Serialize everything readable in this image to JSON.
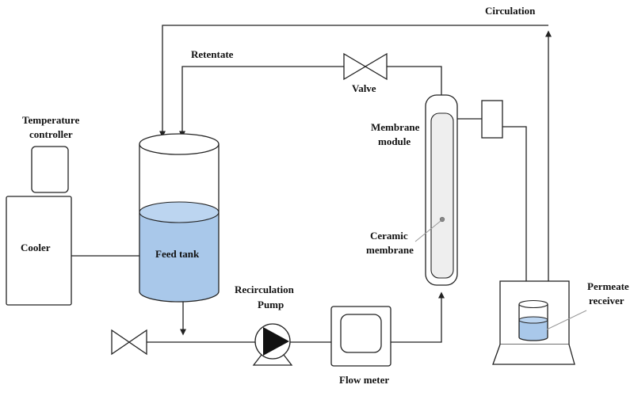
{
  "labels": {
    "circulation": "Circulation",
    "retentate": "Retentate",
    "valve": "Valve",
    "membrane_module_1": "Membrane",
    "membrane_module_2": "module",
    "temperature_controller_1": "Temperature",
    "temperature_controller_2": "controller",
    "cooler": "Cooler",
    "feed_tank": "Feed tank",
    "ceramic_membrane_1": "Ceramic",
    "ceramic_membrane_2": "membrane",
    "recirculation_pump_1": "Recirculation",
    "recirculation_pump_2": "Pump",
    "flow_meter": "Flow meter",
    "permeate_receiver_1": "Permeate",
    "permeate_receiver_2": "receiver"
  },
  "colors": {
    "liquid": "#a9c8ea",
    "liquid_top": "#bcd5f0",
    "line": "#222222",
    "membrane_fill": "#eeeeee"
  }
}
